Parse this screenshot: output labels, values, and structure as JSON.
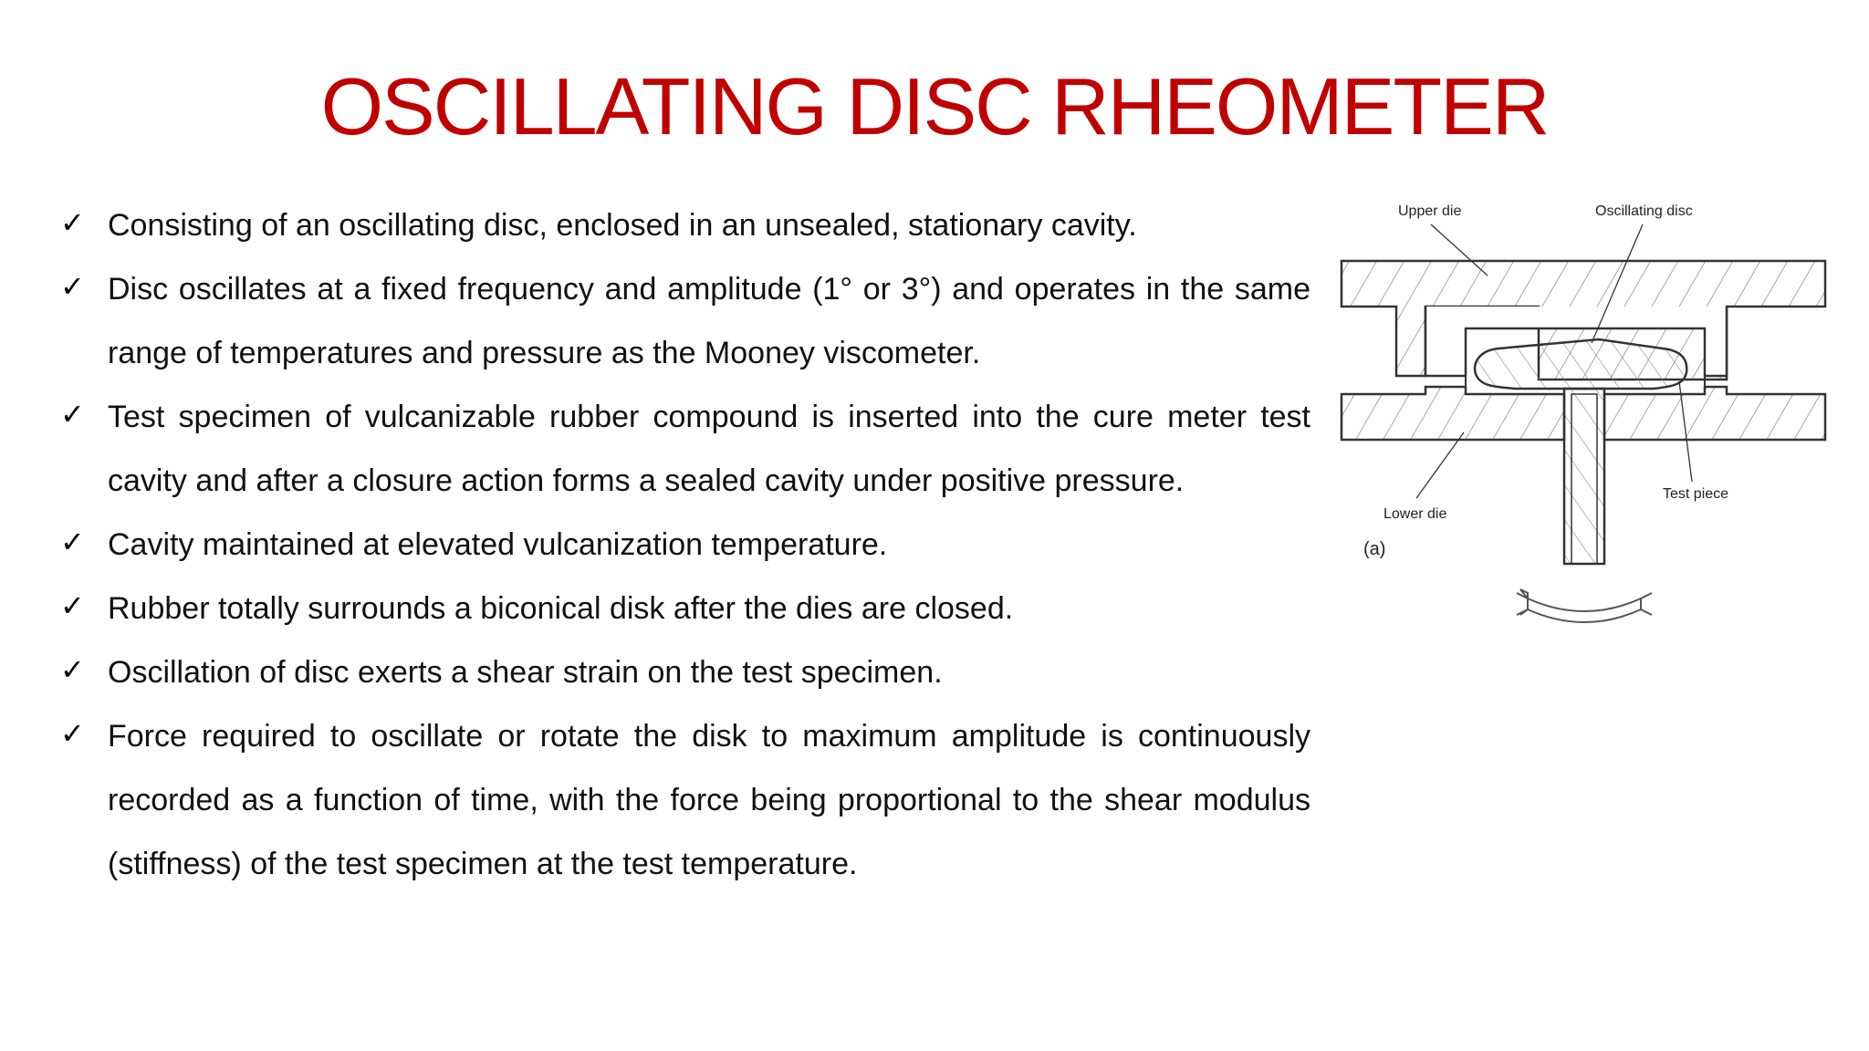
{
  "title": "OSCILLATING DISC RHEOMETER",
  "bullets": [
    "Consisting of an oscillating disc, enclosed in an unsealed, stationary cavity.",
    "Disc oscillates at a fixed frequency and amplitude (1° or 3°) and operates in the same range of temperatures and pressure as the Mooney viscometer.",
    "Test specimen of vulcanizable rubber compound is inserted into the cure meter test cavity and after a closure action forms a sealed cavity under positive pressure.",
    "Cavity maintained at elevated vulcanization temperature.",
    "Rubber totally surrounds a biconical disk after the dies are closed.",
    "Oscillation of disc exerts a shear strain on the test specimen.",
    "Force required to oscillate or rotate the disk to maximum amplitude is continuously recorded as a function of time, with the force being proportional to the shear modulus (stiffness) of the test specimen at the test temperature."
  ],
  "bullet_marker": "✓",
  "figure": {
    "labels": {
      "upper_die": "Upper die",
      "oscillating_disc": "Oscillating disc",
      "lower_die": "Lower die",
      "test_piece": "Test piece",
      "panel": "(a)"
    },
    "icons": [
      "oscillation-arrow-icon"
    ]
  },
  "colors": {
    "title": "#c00000",
    "text": "#111111",
    "background": "#ffffff"
  }
}
